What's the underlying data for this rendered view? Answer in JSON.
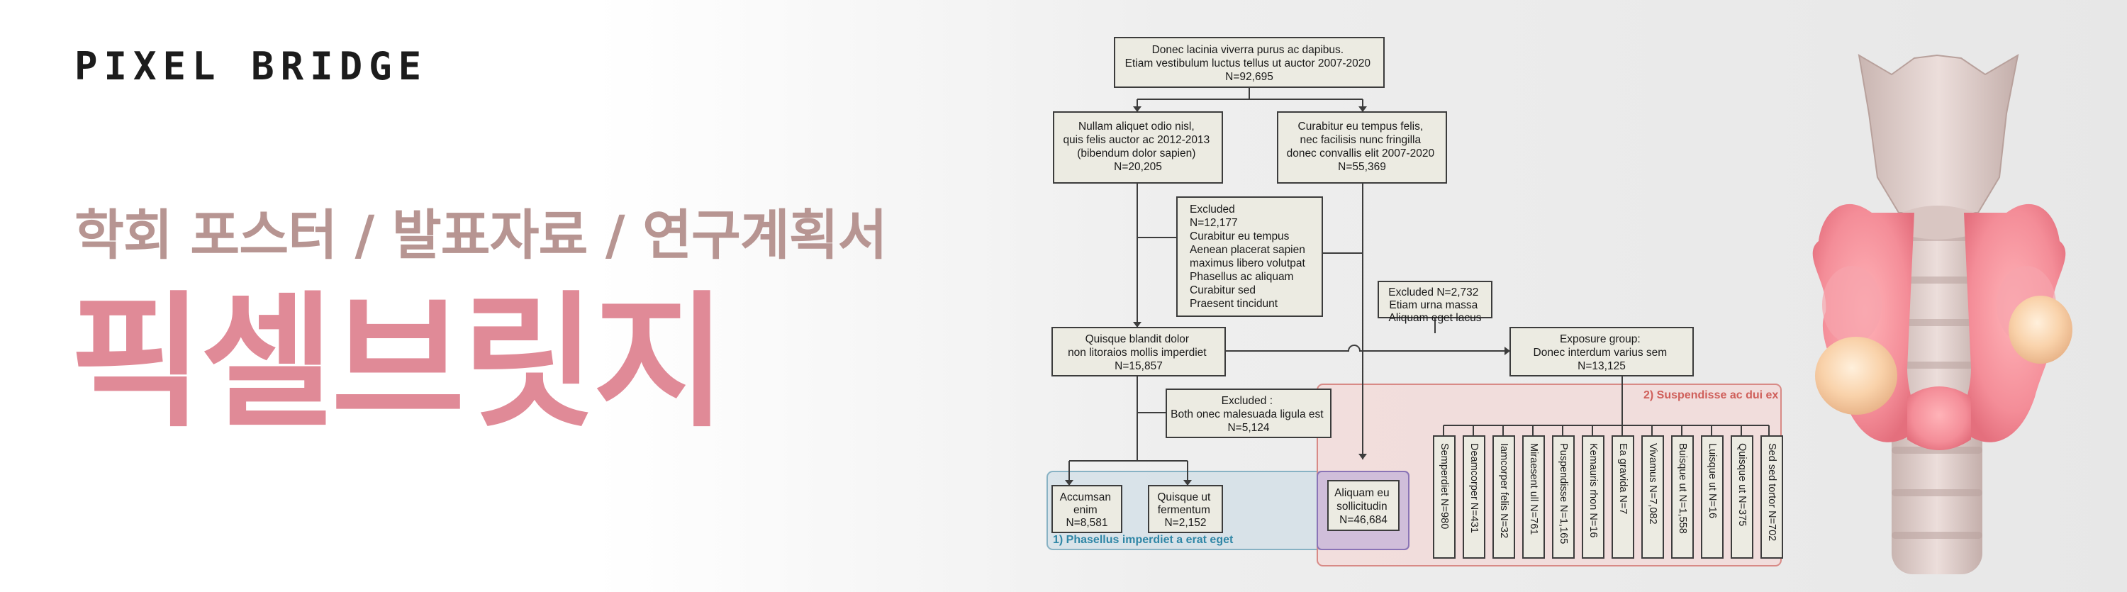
{
  "logo": "PIXEL BRIDGE",
  "subtitle": "학회 포스터 / 발표자료 / 연구계획서",
  "brand": "픽셀브릿지",
  "flowchart": {
    "top": [
      "Donec lacinia viverra purus ac dapibus.",
      "Etiam vestibulum luctus tellus ut auctor 2007-2020",
      "N=92,695"
    ],
    "left1": [
      "Nullam aliquet odio nisl,",
      "quis felis auctor ac 2012-2013",
      "(bibendum dolor sapien)",
      "N=20,205"
    ],
    "right1": [
      "Curabitur eu tempus felis,",
      "nec facilisis nunc fringilla",
      "donec convallis elit 2007-2020",
      "N=55,369"
    ],
    "excluded1": [
      "Excluded",
      "N=12,177",
      "Curabitur eu tempus",
      "Aenean placerat sapien",
      "maximus libero volutpat",
      "Phasellus ac aliquam",
      "Curabitur sed",
      "Praesent tincidunt"
    ],
    "excluded2": [
      "Excluded  N=2,732",
      "Etiam urna massa",
      "Aliquam eget lacus"
    ],
    "left2": [
      "Quisque blandit dolor",
      "non litoraios mollis imperdiet",
      "N=15,857"
    ],
    "exposure": [
      "Exposure group:",
      "Donec interdum varius sem",
      "N=13,125"
    ],
    "excluded3": [
      "Excluded :",
      "Both onec malesuada ligula est",
      "N=5,124"
    ],
    "leaf_a": [
      "Accumsan",
      "enim",
      "N=8,581"
    ],
    "leaf_b": [
      "Quisque ut",
      "fermentum",
      "N=2,152"
    ],
    "leaf_c": [
      "Aliquam eu",
      "sollicitudin",
      "N=46,684"
    ],
    "group1_label": "1) Phasellus imperdiet a erat eget",
    "group2_label": "2) Suspendisse ac dui ex",
    "subgroups": [
      "Semperdiet N=980",
      "Deamcorper N=431",
      "Iamcorper felis N=32",
      "Miraesent ull N=761",
      "Puspendisse N=1,165",
      "Kemauris rhon N=16",
      "Ea gravida N=7",
      "Vivamus N=7,082",
      "Buisque ut N=1,558",
      "Luisque ut N=16",
      "Quisque ut N=375",
      "Sed sed tortor N=702"
    ]
  },
  "colors": {
    "brand": "#e08a97",
    "subtitle": "#b79592",
    "group1": "#c9dbe4",
    "group2": "#f4d7d5",
    "overlap": "#b9a7d8",
    "box": "#ecebe2"
  },
  "illustration": "thyroid-illustration"
}
